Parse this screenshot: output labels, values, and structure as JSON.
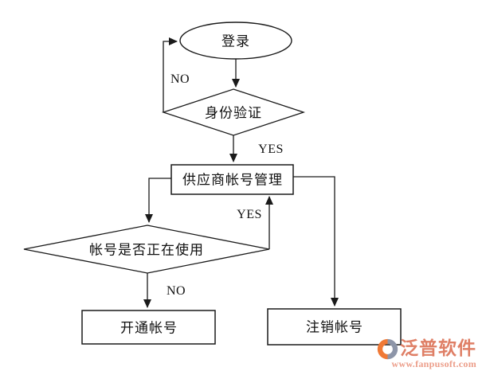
{
  "diagram": {
    "nodes": {
      "login": {
        "label": "登录",
        "shape": "ellipse"
      },
      "identity_check": {
        "label": "身份验证",
        "shape": "decision"
      },
      "account_mgmt": {
        "label": "供应商帐号管理",
        "shape": "process"
      },
      "account_in_use": {
        "label": "帐号是否正在使用",
        "shape": "decision"
      },
      "open_account": {
        "label": "开通帐号",
        "shape": "process"
      },
      "close_account": {
        "label": "注销帐号",
        "shape": "process"
      }
    },
    "edge_labels": {
      "identity_no": "NO",
      "identity_yes": "YES",
      "in_use_yes": "YES",
      "in_use_no": "NO"
    },
    "line_color": "#1a1a1a",
    "node_fill": "#ffffff"
  },
  "watermark": {
    "brand": "泛普软件",
    "url": "www.fanpusoft.com",
    "brand_color": "#df7f66",
    "url_color": "#ec9d89",
    "logo_orange": "#f07935",
    "logo_gray": "#8d95a8"
  }
}
